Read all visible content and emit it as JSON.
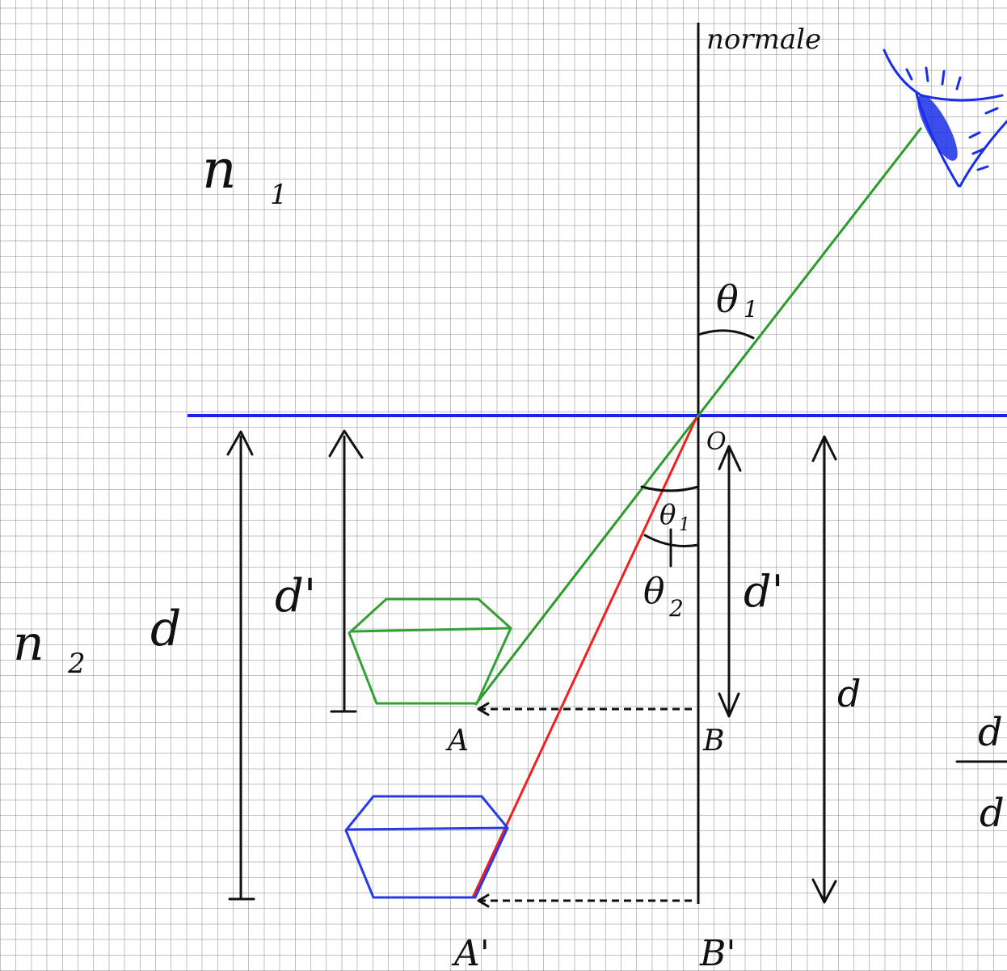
{
  "labels": {
    "normal": "normale",
    "medium1": "n",
    "medium1_sub": "1",
    "medium2": "n",
    "medium2_sub": "2",
    "angle1_top": "θ",
    "angle1_top_sub": "1",
    "angle1_bottom": "θ",
    "angle1_bottom_sub": "1",
    "angle2": "θ",
    "angle2_sub": "2",
    "origin": "O",
    "point_a": "A",
    "point_b": "B",
    "point_a_prime": "A'",
    "point_b_prime": "B'",
    "d_left": "d",
    "d_prime_left": "d'",
    "d_prime_right": "d'",
    "d_right": "d",
    "cutoff_numerator": "d",
    "cutoff_denominator": "d"
  },
  "colors": {
    "interface": "#1a22ee",
    "green_ray": "#2e9a2e",
    "red_ray": "#f02020",
    "image_object": "#2a3ae8",
    "apparent_object": "#33a033",
    "eye": "#1a2ee8",
    "ink": "#111111"
  },
  "icons": {
    "eye": "eye-icon"
  }
}
